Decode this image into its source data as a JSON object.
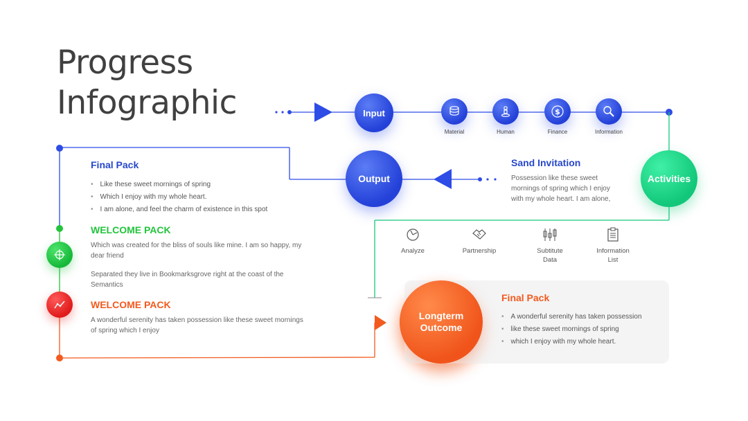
{
  "title": {
    "line1": "Progress",
    "line2": "Infographic"
  },
  "nodes": {
    "input": "Input",
    "output": "Output",
    "activities": "Activities",
    "outcome_line1": "Longterm",
    "outcome_line2": "Outcome"
  },
  "inputs": [
    {
      "label": "Material",
      "icon": "coins-icon"
    },
    {
      "label": "Human",
      "icon": "person-icon"
    },
    {
      "label": "Finance",
      "icon": "dollar-icon"
    },
    {
      "label": "Information",
      "icon": "magnifier-icon"
    }
  ],
  "sand_invitation": {
    "title": "Sand Invitation",
    "text_lines": [
      "Possession like these sweet",
      "mornings of spring  which I enjoy",
      "with my whole heart. I am alone,"
    ]
  },
  "final_pack_left": {
    "title": "Final Pack",
    "bullets": [
      "Like these sweet mornings of spring",
      "Which I enjoy with my whole heart.",
      "I am alone, and feel the charm of existence in this spot"
    ]
  },
  "welcome_pack_green": {
    "title": "WELCOME PACK",
    "para1_lines": [
      "Which was created for the bliss of souls like mine. I am so happy, my",
      "dear friend"
    ],
    "para2_lines": [
      "Separated they live in Bookmarksgrove right at the coast of the",
      "Semantics"
    ],
    "icon": "crosshair-icon"
  },
  "welcome_pack_orange": {
    "title": "WELCOME PACK",
    "text_lines": [
      "A wonderful serenity has taken possession  like these sweet mornings",
      "of spring  which I enjoy"
    ],
    "icon": "trend-line-icon"
  },
  "tools": [
    {
      "line1": "Analyze",
      "line2": "",
      "icon": "pie-icon"
    },
    {
      "line1": "Partnership",
      "line2": "",
      "icon": "handshake-icon"
    },
    {
      "line1": "Subtitute",
      "line2": "Data",
      "icon": "candlestick-icon"
    },
    {
      "line1": "Information",
      "line2": "List",
      "icon": "clipboard-icon"
    }
  ],
  "final_pack_right": {
    "title": "Final Pack",
    "bullets": [
      "A wonderful serenity has taken possession",
      "like these sweet mornings of spring",
      "which I enjoy with my whole heart."
    ]
  },
  "colors": {
    "blue": "#2e4ce6",
    "green": "#16c97c",
    "lime_green": "#22c43c",
    "orange": "#f25a1e",
    "red": "#e51c1c",
    "heading_blue": "#2747c9",
    "title_gray": "#404040"
  }
}
